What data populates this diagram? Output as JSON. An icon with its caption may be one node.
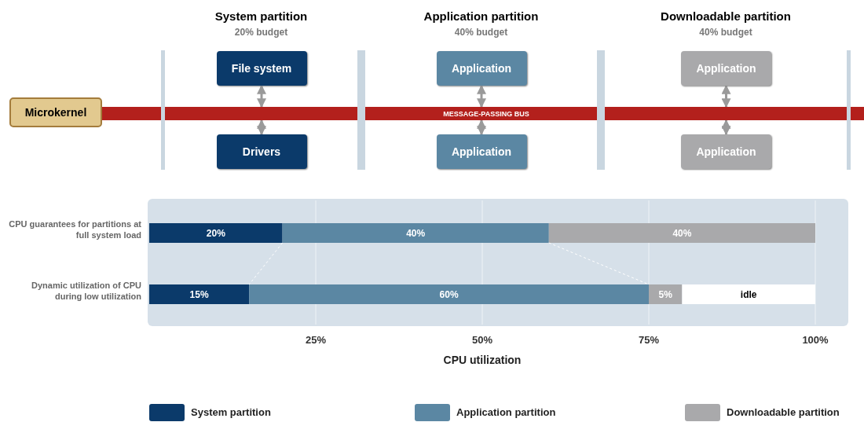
{
  "diagram": {
    "nodes": [
      {
        "text": [
          "Microkernel"
        ]
      },
      {
        "text": [
          "MESSAGE-PASSING BUS"
        ]
      },
      {
        "text": [
          "System partition",
          "20% budget"
        ]
      },
      {
        "text": [
          "File system"
        ],
        "in": 2
      },
      {
        "text": [
          "Drivers"
        ],
        "in": 2
      },
      {
        "text": [
          "Application partition",
          "40% budget"
        ]
      },
      {
        "text": [
          "Application"
        ],
        "in": 5
      },
      {
        "text": [
          "Application"
        ],
        "in": 5
      },
      {
        "text": [
          "Downloadable partition",
          "40% budget"
        ]
      },
      {
        "text": [
          "Application"
        ],
        "in": 8
      },
      {
        "text": [
          "Application"
        ],
        "in": 8
      }
    ],
    "edges": [
      {
        "from": 3,
        "to": 1,
        "arrow": "both"
      },
      {
        "from": 4,
        "to": 1,
        "arrow": "both"
      },
      {
        "from": 6,
        "to": 1,
        "arrow": "both"
      },
      {
        "from": 7,
        "to": 1,
        "arrow": "both"
      },
      {
        "from": 9,
        "to": 1,
        "arrow": "both"
      },
      {
        "from": 10,
        "to": 1,
        "arrow": "both"
      }
    ],
    "legend": [
      {
        "text": "System partition",
        "color": "#0b3a6a"
      },
      {
        "text": "Application partition",
        "color": "#5b87a3"
      },
      {
        "text": "Downloadable partition",
        "color": "#a9a9ab"
      }
    ],
    "chart_data": {
      "type": "bar",
      "orientation": "horizontal",
      "stacked": true,
      "xlabel": "CPU utilization",
      "categories": [
        "CPU guarantees for partitions at full system load",
        "Dynamic utilization of CPU during low utilization"
      ],
      "xlim": [
        0,
        100
      ],
      "grid": true,
      "xticks": [
        {
          "value": 25,
          "label": "25%"
        },
        {
          "value": 50,
          "label": "50%"
        },
        {
          "value": 75,
          "label": "75%"
        },
        {
          "value": 100,
          "label": "100%"
        }
      ],
      "series": [
        {
          "color": "#0b3a6a",
          "values": [
            20,
            15
          ]
        },
        {
          "color": "#5b87a3",
          "values": [
            40,
            60
          ]
        },
        {
          "color": "#a9a9ab",
          "values": [
            40,
            5
          ]
        },
        {
          "color": "#ffffff",
          "values": [
            null,
            20
          ]
        }
      ],
      "value_labels": [
        [
          "20%",
          "15%"
        ],
        [
          "40%",
          "60%"
        ],
        [
          "40%",
          "5%"
        ],
        [
          null,
          "idle"
        ]
      ]
    }
  }
}
